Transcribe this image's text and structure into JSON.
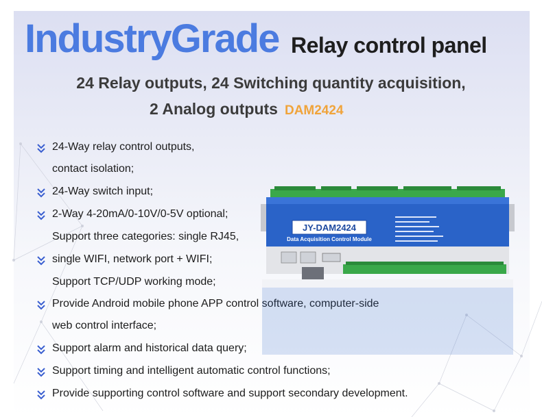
{
  "header": {
    "title_big": "IndustryGrade",
    "title_small": "Relay control panel",
    "subtitle_line1": "24 Relay outputs, 24 Switching quantity acquisition,",
    "subtitle_line2": "2 Analog outputs",
    "model": "DAM2424"
  },
  "features": [
    {
      "text": "24-Way relay control outputs,",
      "bullet": true
    },
    {
      "text": "contact isolation;",
      "bullet": false
    },
    {
      "text": "24-Way switch input;",
      "bullet": true
    },
    {
      "text": "2-Way 4-20mA/0-10V/0-5V optional;",
      "bullet": true
    },
    {
      "text": "Support three categories: single RJ45,",
      "bullet": false
    },
    {
      "text": " single WIFI, network port + WIFI;",
      "bullet": true
    },
    {
      "text": "Support TCP/UDP working mode;",
      "bullet": false
    },
    {
      "text": "Provide Android mobile phone APP control software, computer-side",
      "bullet": true
    },
    {
      "text": "web control interface;",
      "bullet": false
    },
    {
      "text": "Support alarm and historical data query;",
      "bullet": true
    },
    {
      "text": "Support timing and intelligent automatic control functions;",
      "bullet": true
    },
    {
      "text": "Provide supporting control software and support secondary development.",
      "bullet": true
    }
  ],
  "device": {
    "model_label": "JY-DAM2424",
    "module_label": "Data Acquisition Control Module"
  },
  "colors": {
    "title_blue": "#4b7be0",
    "model_orange": "#f0a43b",
    "bullet_blue": "#3a5fd0",
    "board_blue": "#2a63c8",
    "terminal_green": "#3aa84a"
  },
  "icons": {
    "bullet": "double-chevron-down-icon"
  }
}
